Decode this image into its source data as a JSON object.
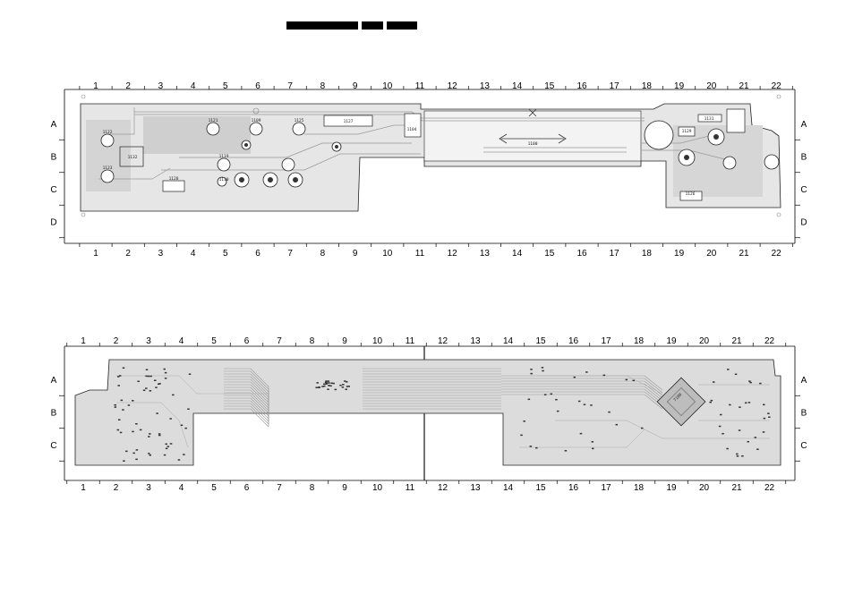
{
  "columns": [
    "1",
    "2",
    "3",
    "4",
    "5",
    "6",
    "7",
    "8",
    "9",
    "10",
    "11",
    "12",
    "13",
    "14",
    "15",
    "16",
    "17",
    "18",
    "19",
    "20",
    "21",
    "22"
  ],
  "rows_top": [
    "A",
    "B",
    "C",
    "D"
  ],
  "rows_bottom": [
    "A",
    "B",
    "C"
  ],
  "top_board": {
    "components": [
      {
        "ref": "1122"
      },
      {
        "ref": "1123"
      },
      {
        "ref": "1132"
      },
      {
        "ref": "1128"
      },
      {
        "ref": "1121"
      },
      {
        "ref": "1109"
      },
      {
        "ref": "1119"
      },
      {
        "ref": "1130"
      },
      {
        "ref": "1125"
      },
      {
        "ref": "1127"
      },
      {
        "ref": "1104"
      },
      {
        "ref": "1100"
      },
      {
        "ref": "1131"
      },
      {
        "ref": "1129"
      },
      {
        "ref": "1126"
      }
    ]
  },
  "bottom_board": {
    "components": [
      {
        "ref": "7100"
      }
    ]
  }
}
